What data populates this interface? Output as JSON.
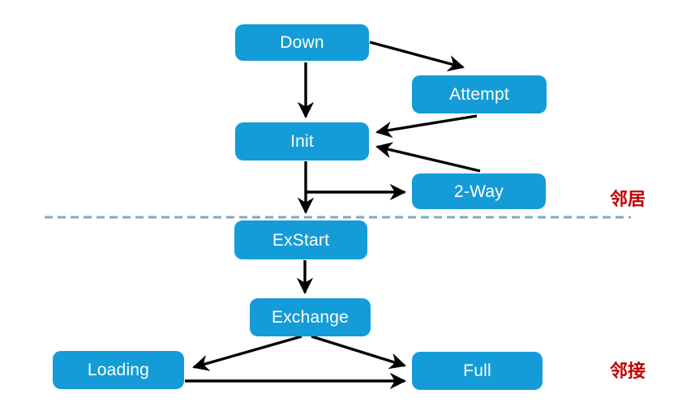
{
  "nodes": [
    {
      "id": "down",
      "label": "Down"
    },
    {
      "id": "attempt",
      "label": "Attempt"
    },
    {
      "id": "init",
      "label": "Init"
    },
    {
      "id": "two_way",
      "label": "2-Way"
    },
    {
      "id": "exstart",
      "label": "ExStart"
    },
    {
      "id": "exchange",
      "label": "Exchange"
    },
    {
      "id": "loading",
      "label": "Loading"
    },
    {
      "id": "full",
      "label": "Full"
    }
  ],
  "edges": [
    {
      "from": "Down",
      "to": "Init"
    },
    {
      "from": "Down",
      "to": "Attempt"
    },
    {
      "from": "Attempt",
      "to": "Init"
    },
    {
      "from": "2-Way",
      "to": "Init"
    },
    {
      "from": "Init",
      "to": "2-Way"
    },
    {
      "from": "Init",
      "to": "ExStart"
    },
    {
      "from": "ExStart",
      "to": "Exchange"
    },
    {
      "from": "Exchange",
      "to": "Loading"
    },
    {
      "from": "Exchange",
      "to": "Full"
    },
    {
      "from": "Loading",
      "to": "Full"
    }
  ],
  "region_labels": [
    {
      "id": "neighbor",
      "text": "邻居"
    },
    {
      "id": "adjacency",
      "text": "邻接"
    }
  ],
  "colors": {
    "node_fill": "#149CD8",
    "node_text": "#FFFFFF",
    "arrow": "#000000",
    "divider": "#7FA9C6",
    "region_label": "#C00000",
    "background": "#FFFFFF"
  }
}
